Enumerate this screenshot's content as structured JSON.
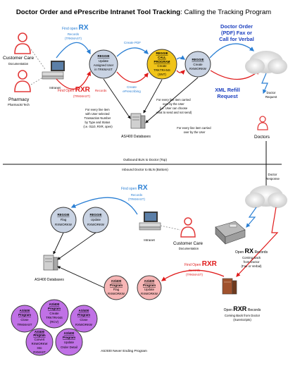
{
  "title": {
    "main": "Doctor Order and ePrescribe Intranet Tool Tracking",
    "sub": ": Calling the Tracking Program"
  },
  "actors": {
    "customer_care": [
      "Customer Care",
      "Documentation"
    ],
    "pharmacy": [
      "Pharmacy",
      "Pharmacist Tech"
    ],
    "intranet_top": "Intranet",
    "intranet_bottom": "Intranet",
    "customer_care_bottom": [
      "Customer Care",
      "Documentation"
    ],
    "doctors": "Doctors",
    "as400_top": "AS/400 Databases",
    "as400_bottom": "AS/400 Databases",
    "never_ending": "AS/400 Never Ending Program"
  },
  "top_nodes": {
    "reggie_update": [
      "REGGIE",
      "Update",
      "Assigned User",
      "in TRKMAST"
    ],
    "reggie_call": [
      "REGGIE",
      "CALL",
      "PROGRAM",
      "Create",
      "TRKTRANS",
      "(SNT)"
    ],
    "reggie_create": [
      "REGGIE",
      "Create",
      "RXWORKW"
    ]
  },
  "top_labels": {
    "find_open_rx": [
      "Find open ",
      "RX",
      "Records",
      "(TRKMAST)"
    ],
    "find_open_rxr": [
      "Find Open ",
      "RXR",
      "Records",
      "(TRKMAST)"
    ],
    "create_pdf": "Create PDF",
    "create_eprescribing": [
      "Create",
      "ePrescribing"
    ],
    "doctor_order_fax": [
      "Doctor Order",
      "(PDF) Fax or",
      "Call for Verbal"
    ],
    "xml_refill": [
      "XML Refill",
      "Request"
    ],
    "doctor_request": [
      "Doctor",
      "Request"
    ],
    "doctor_response": [
      "Doctor",
      "Response"
    ],
    "every_line_left": [
      "For every line item",
      "with User selected",
      "Transaction Number",
      "by Type and Status",
      "(i.e. 0110, RXR, open)"
    ],
    "every_line_top": [
      "For every line item carried",
      "over by the User",
      "(i.e. User can choose",
      "what to send and not send)"
    ],
    "every_line_right": [
      "For every line item carried",
      "over by the User"
    ]
  },
  "divider": {
    "outbound": "Outbound BLN to Doctor (Top)",
    "inbound": "Inbound Doctor to BLN (Bottom)"
  },
  "bottom_nodes": {
    "reggie_flag": [
      "REGGIE",
      "Flag",
      "RXWORKW"
    ],
    "reggie_update2": [
      "REGGIE",
      "Update",
      "RXWORKW"
    ],
    "as400_flag": [
      "AS/400",
      "Program",
      "Flag",
      "RXWORKW"
    ],
    "as400_update": [
      "AS/400",
      "Program",
      "Update",
      "RXWORKW"
    ],
    "p_close_trkmast": [
      "AS/400",
      "Program",
      "Close",
      "TRKMAST"
    ],
    "p_create_trktrans": [
      "AS/400",
      "Program",
      "Create",
      "TRKTRANS",
      "(RCV)"
    ],
    "p_close_rxworkw": [
      "AS/400",
      "Program",
      "Close",
      "RXWORKW"
    ],
    "p_convert": [
      "AS/400",
      "Program",
      "Convert",
      "RXWORKW",
      "Into",
      "RXMAST"
    ],
    "p_update_order": [
      "AS/400",
      "Program",
      "Update",
      "Order Detail"
    ]
  },
  "bottom_labels": {
    "find_open_rx": [
      "Find open ",
      "RX",
      "Records",
      "(TRKMAST)"
    ],
    "find_open_rxr": [
      "Find Open ",
      "RXR",
      "Records",
      "(TRKMAST)"
    ],
    "open_rx": [
      "Open ",
      "RX",
      " Records",
      "Coming Back",
      "from Doctor",
      "(Fax or Verbal)"
    ],
    "open_rxr": [
      "Open ",
      "RXR",
      " Records",
      "Coming Back from Doctor",
      "(SureScripts)"
    ]
  },
  "colors": {
    "blue_arrow": "#2a7fd4",
    "red_arrow": "#e01b1b",
    "title_blue": "#1b3fbf",
    "node_gray": "#c9d3e3",
    "node_gold": "#f0c419",
    "node_pink": "#f7b6b6",
    "node_purple": "#c071e6",
    "person_red": "#e23a3a"
  }
}
